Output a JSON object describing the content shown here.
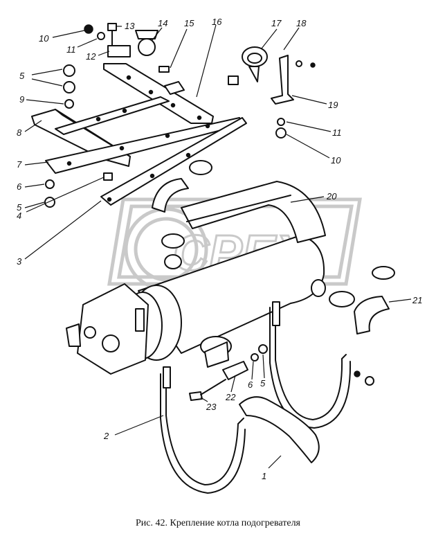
{
  "figure": {
    "caption": "Рис. 42. Крепление котла подогревателя",
    "watermark_text": "CPEX"
  },
  "callouts": [
    {
      "id": "c10a",
      "label": "10"
    },
    {
      "id": "c11a",
      "label": "11"
    },
    {
      "id": "c13",
      "label": "13"
    },
    {
      "id": "c12",
      "label": "12"
    },
    {
      "id": "c14",
      "label": "14"
    },
    {
      "id": "c15",
      "label": "15"
    },
    {
      "id": "c16",
      "label": "16"
    },
    {
      "id": "c17",
      "label": "17"
    },
    {
      "id": "c18",
      "label": "18"
    },
    {
      "id": "c5a",
      "label": "5"
    },
    {
      "id": "c9",
      "label": "9"
    },
    {
      "id": "c19",
      "label": "19"
    },
    {
      "id": "c8",
      "label": "8"
    },
    {
      "id": "c11b",
      "label": "11"
    },
    {
      "id": "c10b",
      "label": "10"
    },
    {
      "id": "c7",
      "label": "7"
    },
    {
      "id": "c6a",
      "label": "6"
    },
    {
      "id": "c5b",
      "label": "5"
    },
    {
      "id": "c4",
      "label": "4"
    },
    {
      "id": "c3",
      "label": "3"
    },
    {
      "id": "c20",
      "label": "20"
    },
    {
      "id": "c21",
      "label": "21"
    },
    {
      "id": "c6b",
      "label": "6"
    },
    {
      "id": "c5c",
      "label": "5"
    },
    {
      "id": "c22",
      "label": "22"
    },
    {
      "id": "c23",
      "label": "23"
    },
    {
      "id": "c2",
      "label": "2"
    },
    {
      "id": "c1",
      "label": "1"
    }
  ]
}
